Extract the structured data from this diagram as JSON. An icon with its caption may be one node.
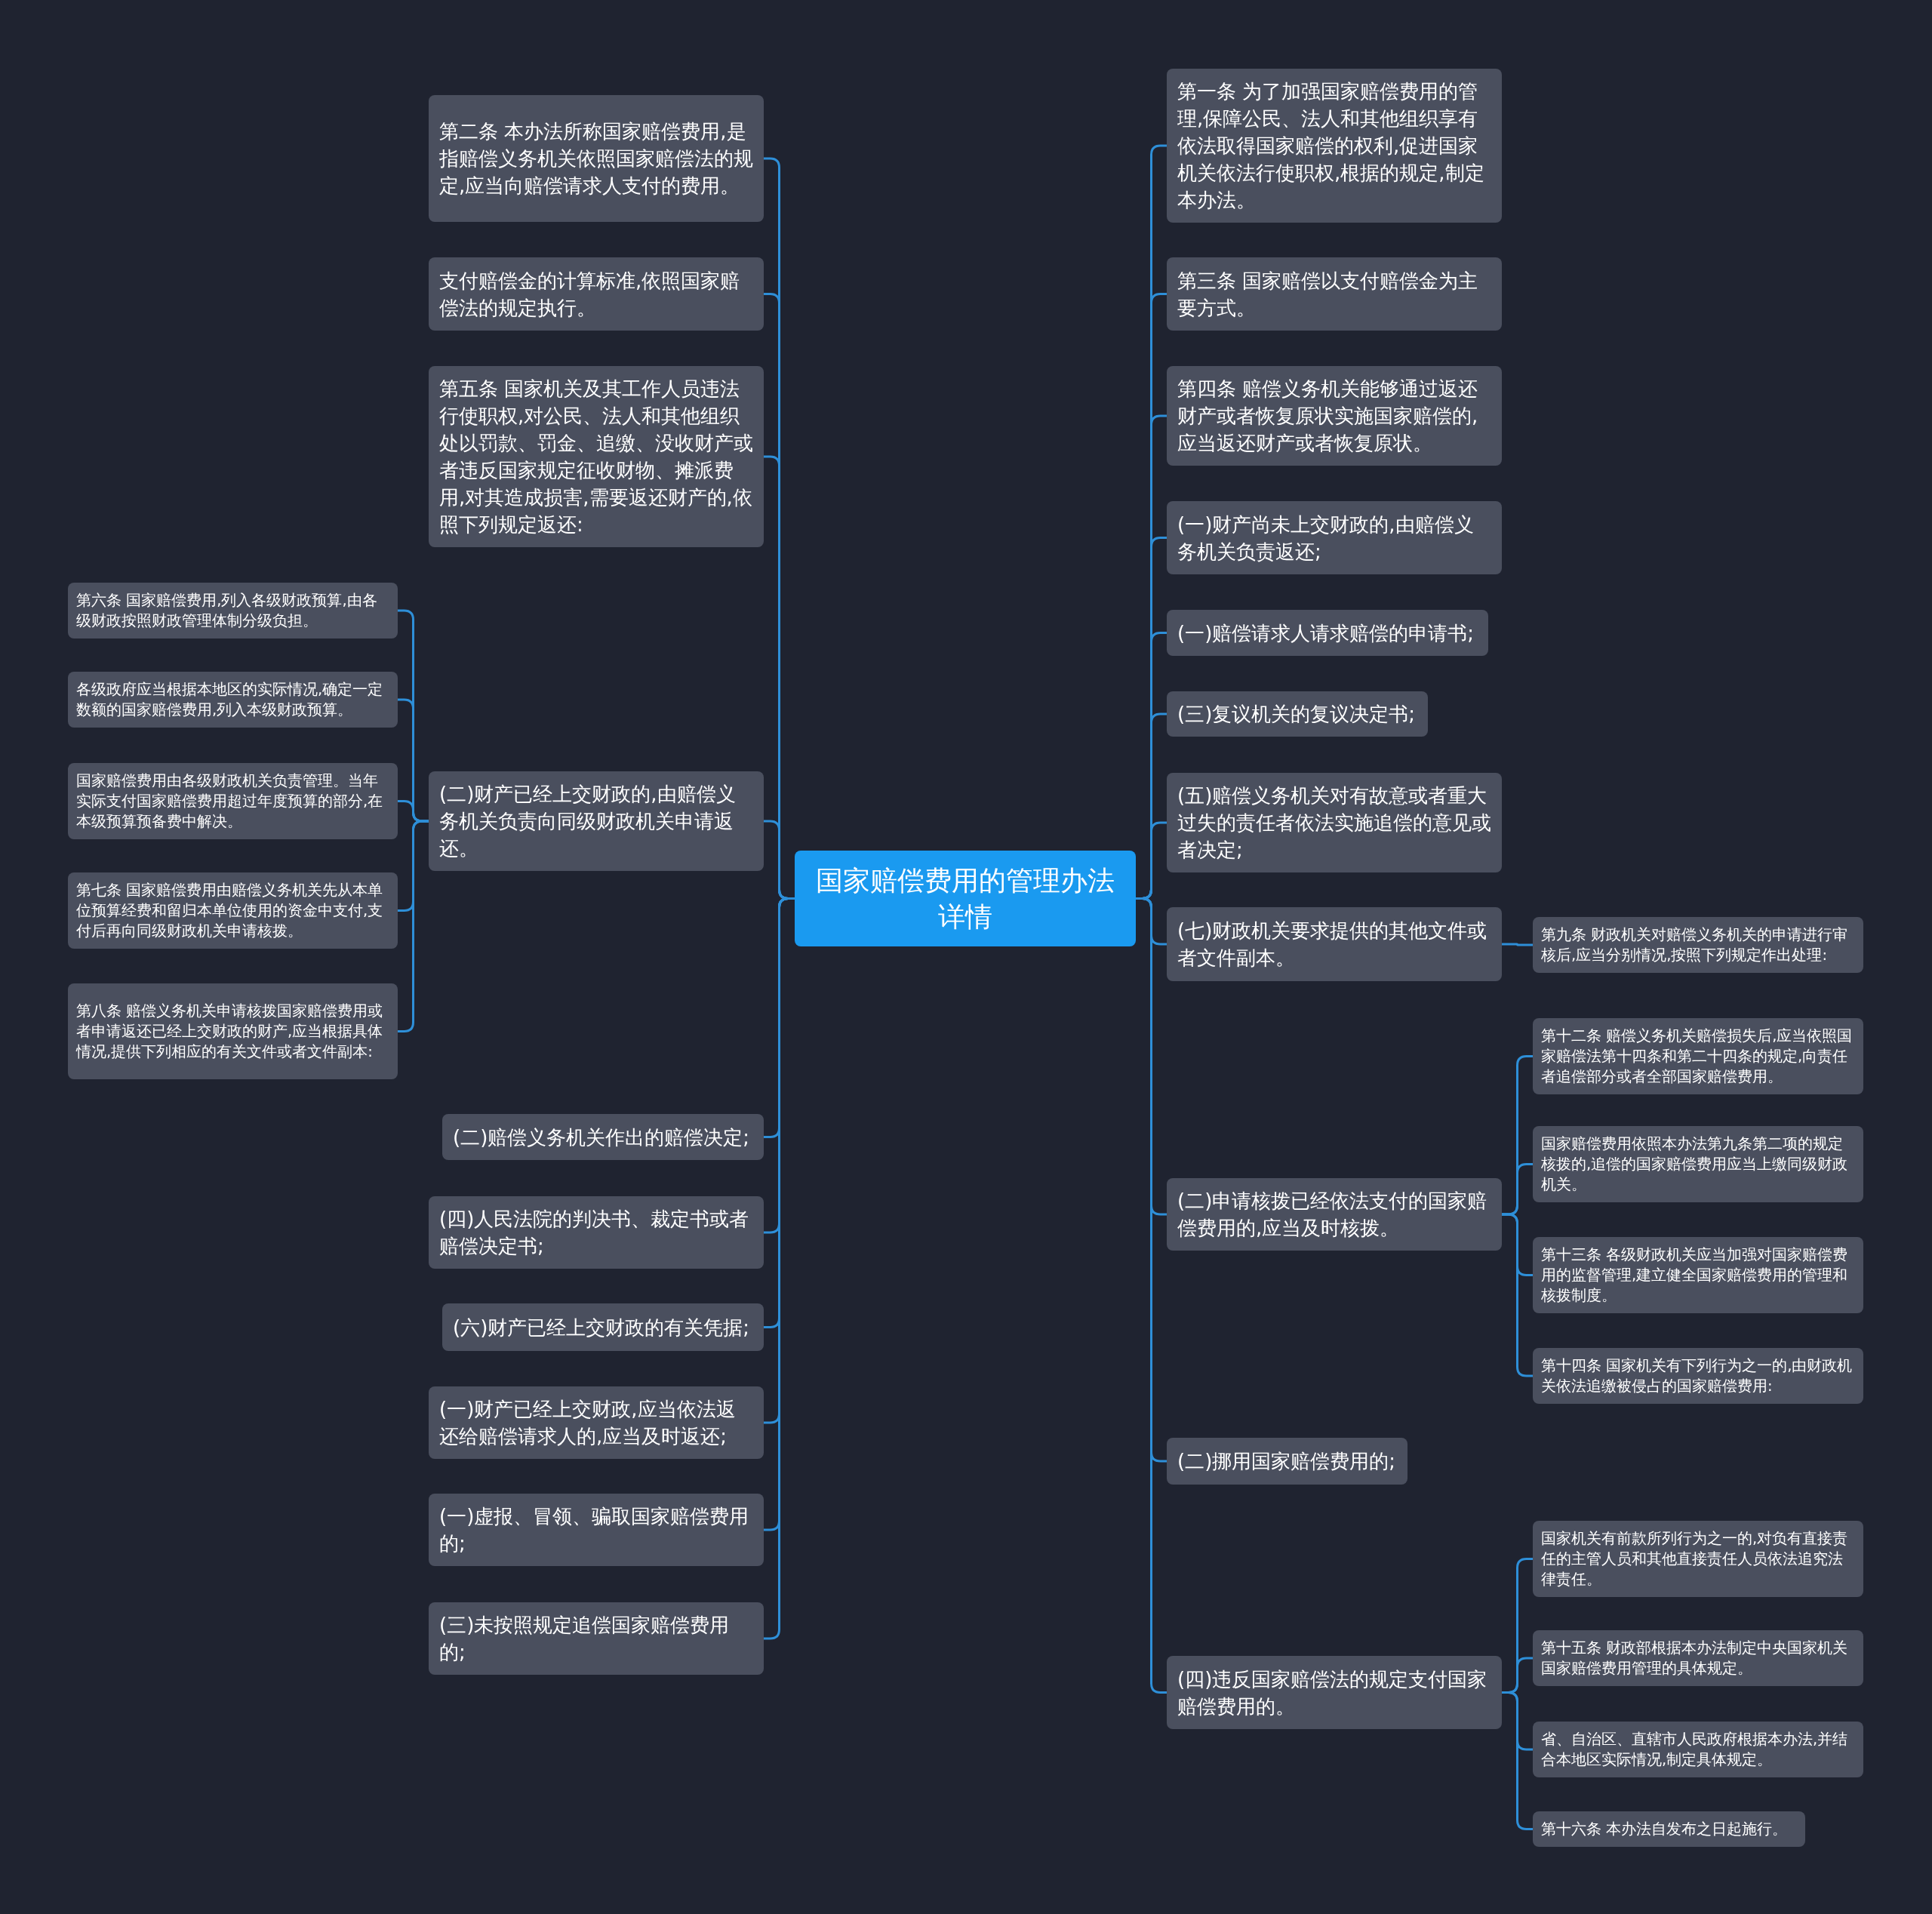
{
  "diagram": {
    "nodes": [
      {
        "text": [
          "国家赔偿费用的管理办法详情"
        ]
      },
      {
        "text": [
          "第二条 本办法所称国家赔偿费用,是指赔偿义务机关依照国家赔偿法的规定,应当向赔偿请求人支付的费用。"
        ]
      },
      {
        "text": [
          "支付赔偿金的计算标准,依照国家赔偿法的规定执行。"
        ]
      },
      {
        "text": [
          "第五条 国家机关及其工作人员违法行使职权,对公民、法人和其他组织处以罚款、罚金、追缴、没收财产或者违反国家规定征收财物、摊派费用,对其造成损害,需要返还财产的,依照下列规定返还:"
        ]
      },
      {
        "text": [
          "(二)财产已经上交财政的,由赔偿义务机关负责向同级财政机关申请返还。"
        ]
      },
      {
        "text": [
          "第六条 国家赔偿费用,列入各级财政预算,由各级财政按照财政管理体制分级负担。"
        ]
      },
      {
        "text": [
          "各级政府应当根据本地区的实际情况,确定一定数额的国家赔偿费用,列入本级财政预算。"
        ]
      },
      {
        "text": [
          "国家赔偿费用由各级财政机关负责管理。当年实际支付国家赔偿费用超过年度预算的部分,在本级预算预备费中解决。"
        ]
      },
      {
        "text": [
          "第七条 国家赔偿费用由赔偿义务机关先从本单位预算经费和留归本单位使用的资金中支付,支付后再向同级财政机关申请核拨。"
        ]
      },
      {
        "text": [
          "第八条 赔偿义务机关申请核拨国家赔偿费用或者申请返还已经上交财政的财产,应当根据具体情况,提供下列相应的有关文件或者文件副本:"
        ]
      },
      {
        "text": [
          "(二)赔偿义务机关作出的赔偿决定;"
        ]
      },
      {
        "text": [
          "(四)人民法院的判决书、裁定书或者赔偿决定书;"
        ]
      },
      {
        "text": [
          "(六)财产已经上交财政的有关凭据;"
        ]
      },
      {
        "text": [
          "(一)财产已经上交财政,应当依法返还给赔偿请求人的,应当及时返还;"
        ]
      },
      {
        "text": [
          "(一)虚报、冒领、骗取国家赔偿费用的;"
        ]
      },
      {
        "text": [
          "(三)未按照规定追偿国家赔偿费用的;"
        ]
      },
      {
        "text": [
          "第一条 为了加强国家赔偿费用的管理,保障公民、法人和其他组织享有依法取得国家赔偿的权利,促进国家机关依法行使职权,根据的规定,制定本办法。"
        ]
      },
      {
        "text": [
          "第三条 国家赔偿以支付赔偿金为主要方式。"
        ]
      },
      {
        "text": [
          "第四条 赔偿义务机关能够通过返还财产或者恢复原状实施国家赔偿的,应当返还财产或者恢复原状。"
        ]
      },
      {
        "text": [
          "(一)财产尚未上交财政的,由赔偿义务机关负责返还;"
        ]
      },
      {
        "text": [
          "(一)赔偿请求人请求赔偿的申请书;"
        ]
      },
      {
        "text": [
          "(三)复议机关的复议决定书;"
        ]
      },
      {
        "text": [
          "(五)赔偿义务机关对有故意或者重大过失的责任者依法实施追偿的意见或者决定;"
        ]
      },
      {
        "text": [
          "(七)财政机关要求提供的其他文件或者文件副本。"
        ]
      },
      {
        "text": [
          "第九条 财政机关对赔偿义务机关的申请进行审核后,应当分别情况,按照下列规定作出处理:"
        ]
      },
      {
        "text": [
          "(二)申请核拨已经依法支付的国家赔偿费用的,应当及时核拨。"
        ]
      },
      {
        "text": [
          "第十二条 赔偿义务机关赔偿损失后,应当依照国家赔偿法第十四条和第二十四条的规定,向责任者追偿部分或者全部国家赔偿费用。"
        ]
      },
      {
        "text": [
          "国家赔偿费用依照本办法第九条第二项的规定核拨的,追偿的国家赔偿费用应当上缴同级财政机关。"
        ]
      },
      {
        "text": [
          "第十三条 各级财政机关应当加强对国家赔偿费用的监督管理,建立健全国家赔偿费用的管理和核拨制度。"
        ]
      },
      {
        "text": [
          "第十四条 国家机关有下列行为之一的,由财政机关依法追缴被侵占的国家赔偿费用:"
        ]
      },
      {
        "text": [
          "(二)挪用国家赔偿费用的;"
        ]
      },
      {
        "text": [
          "(四)违反国家赔偿法的规定支付国家赔偿费用的。"
        ]
      },
      {
        "text": [
          "国家机关有前款所列行为之一的,对负有直接责任的主管人员和其他直接责任人员依法追究法律责任。"
        ]
      },
      {
        "text": [
          "第十五条 财政部根据本办法制定中央国家机关国家赔偿费用管理的具体规定。"
        ]
      },
      {
        "text": [
          "省、自治区、直辖市人民政府根据本办法,并结合本地区实际情况,制定具体规定。"
        ]
      },
      {
        "text": [
          "第十六条 本办法自发布之日起施行。"
        ]
      }
    ],
    "edges": [
      {
        "from": 0,
        "to": 1,
        "arrow": "none"
      },
      {
        "from": 0,
        "to": 2,
        "arrow": "none"
      },
      {
        "from": 0,
        "to": 3,
        "arrow": "none"
      },
      {
        "from": 0,
        "to": 4,
        "arrow": "none"
      },
      {
        "from": 4,
        "to": 5,
        "arrow": "none"
      },
      {
        "from": 4,
        "to": 6,
        "arrow": "none"
      },
      {
        "from": 4,
        "to": 7,
        "arrow": "none"
      },
      {
        "from": 4,
        "to": 8,
        "arrow": "none"
      },
      {
        "from": 4,
        "to": 9,
        "arrow": "none"
      },
      {
        "from": 0,
        "to": 10,
        "arrow": "none"
      },
      {
        "from": 0,
        "to": 11,
        "arrow": "none"
      },
      {
        "from": 0,
        "to": 12,
        "arrow": "none"
      },
      {
        "from": 0,
        "to": 13,
        "arrow": "none"
      },
      {
        "from": 0,
        "to": 14,
        "arrow": "none"
      },
      {
        "from": 0,
        "to": 15,
        "arrow": "none"
      },
      {
        "from": 0,
        "to": 16,
        "arrow": "none"
      },
      {
        "from": 0,
        "to": 17,
        "arrow": "none"
      },
      {
        "from": 0,
        "to": 18,
        "arrow": "none"
      },
      {
        "from": 0,
        "to": 19,
        "arrow": "none"
      },
      {
        "from": 0,
        "to": 20,
        "arrow": "none"
      },
      {
        "from": 0,
        "to": 21,
        "arrow": "none"
      },
      {
        "from": 0,
        "to": 22,
        "arrow": "none"
      },
      {
        "from": 0,
        "to": 23,
        "arrow": "none"
      },
      {
        "from": 23,
        "to": 24,
        "arrow": "none"
      },
      {
        "from": 0,
        "to": 25,
        "arrow": "none"
      },
      {
        "from": 25,
        "to": 26,
        "arrow": "none"
      },
      {
        "from": 25,
        "to": 27,
        "arrow": "none"
      },
      {
        "from": 25,
        "to": 28,
        "arrow": "none"
      },
      {
        "from": 25,
        "to": 29,
        "arrow": "none"
      },
      {
        "from": 0,
        "to": 30,
        "arrow": "none"
      },
      {
        "from": 0,
        "to": 31,
        "arrow": "none"
      },
      {
        "from": 31,
        "to": 32,
        "arrow": "none"
      },
      {
        "from": 31,
        "to": 33,
        "arrow": "none"
      },
      {
        "from": 31,
        "to": 34,
        "arrow": "none"
      },
      {
        "from": 31,
        "to": 35,
        "arrow": "none"
      }
    ]
  }
}
